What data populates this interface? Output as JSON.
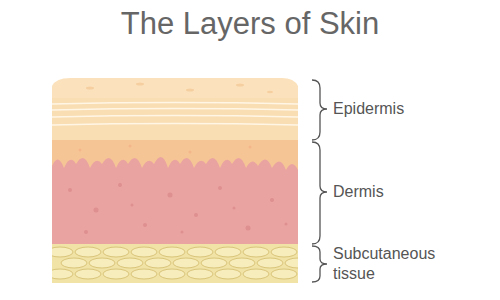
{
  "diagram": {
    "title": "The Layers of Skin",
    "labels": [
      "Epidermis",
      "Dermis",
      "Subcutaneous tissue"
    ]
  }
}
